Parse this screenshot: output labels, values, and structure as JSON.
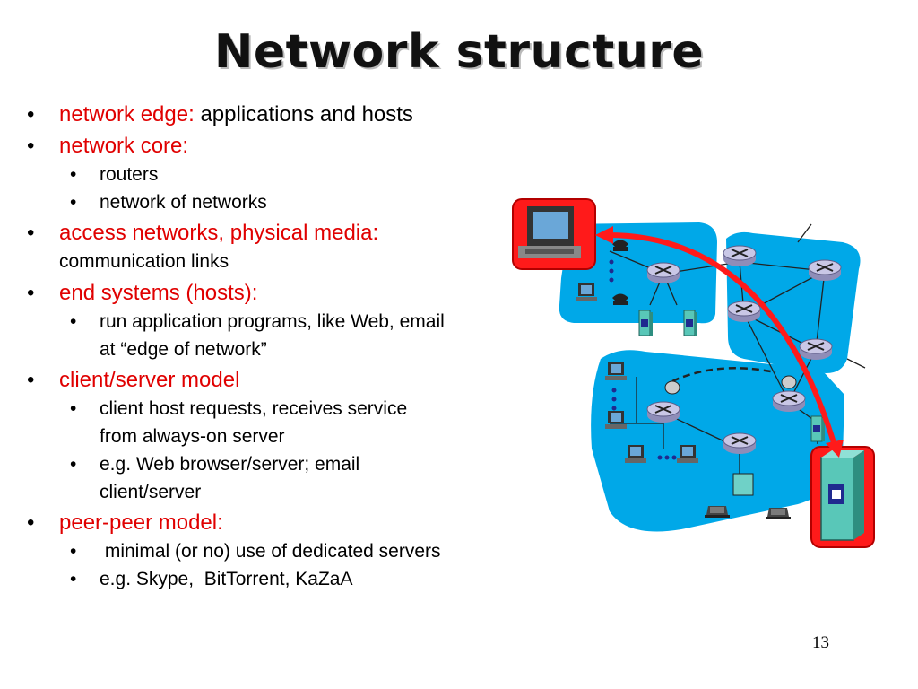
{
  "slide": {
    "title": "Network structure",
    "page_number": "13"
  },
  "bullets": {
    "edge_label": "network edge:",
    "edge_text": "applications and hosts",
    "core_label": "network core:",
    "core_sub1": "routers",
    "core_sub2": "network of networks",
    "access_label": "access networks, physical media:",
    "access_text": "communication links",
    "end_label": "end systems (hosts):",
    "end_sub1_line1": "run application programs, like Web, email",
    "end_sub1_line2": "at “edge of network”",
    "cs_label": "client/server model",
    "cs_sub1_line1": "client host requests, receives service",
    "cs_sub1_line2": "from always-on server",
    "cs_sub2_line1": "e.g. Web browser/server; email",
    "cs_sub2_line2": "client/server",
    "p2p_label": "peer-peer model:",
    "p2p_sub1": " minimal (or no) use of dedicated servers",
    "p2p_sub2": "e.g. Skype,  BitTorrent, KaZaA"
  },
  "colors": {
    "accent_red": "#e00000",
    "cloud_blue": "#00a8e8",
    "router_fill": "#c9c7e6"
  },
  "diagram": {
    "icons": [
      "desktop-computer-icon",
      "router-icon",
      "server-icon",
      "laptop-icon",
      "phone-icon",
      "satellite-dish-icon",
      "wireless-access-point-icon"
    ]
  }
}
